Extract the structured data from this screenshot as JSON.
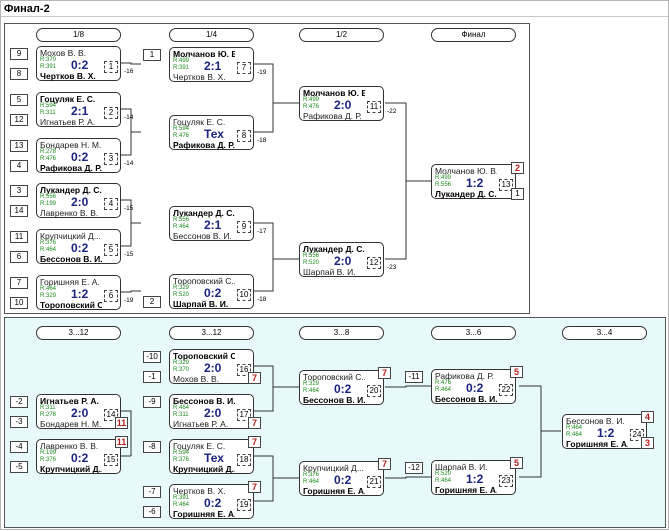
{
  "window": {
    "title": "Финал-2"
  },
  "main": {
    "rounds": [
      "1/8",
      "1/4",
      "1/2",
      "Финал"
    ],
    "matches": [
      {
        "id": "m1",
        "p1": "Мохов В. В.",
        "r1": "R:370",
        "p2": "Чертков В. Х.",
        "r2": "R:391",
        "score": "0:2",
        "num": "1",
        "winner": 2,
        "seed1": "9",
        "seed2": "8",
        "loser_to": "-16"
      },
      {
        "id": "m2",
        "p1": "Гоцуляк Е. С.",
        "r1": "R:594",
        "p2": "Игнатьев Р. А.",
        "r2": "R:311",
        "score": "2:1",
        "num": "2",
        "winner": 1,
        "seed1": "5",
        "seed2": "12",
        "loser_to": "-14"
      },
      {
        "id": "m3",
        "p1": "Бондарев Н. М.",
        "r1": "R:278",
        "p2": "Рафикова Д. Р.",
        "r2": "R:476",
        "score": "0:2",
        "num": "3",
        "winner": 2,
        "seed1": "13",
        "seed2": "4",
        "loser_to": "-14"
      },
      {
        "id": "m4",
        "p1": "Лукандер Д. С.",
        "r1": "R:556",
        "p2": "Лавренко В. В.",
        "r2": "R:199",
        "score": "2:0",
        "num": "4",
        "winner": 1,
        "seed1": "3",
        "seed2": "14",
        "loser_to": "-15"
      },
      {
        "id": "m5",
        "p1": "Крупчицкий Д...",
        "r1": "R:376",
        "p2": "Бессонов В. И.",
        "r2": "R:464",
        "score": "0:2",
        "num": "5",
        "winner": 2,
        "seed1": "11",
        "seed2": "6",
        "loser_to": "-15"
      },
      {
        "id": "m6",
        "p1": "Горишняя Е. А.",
        "r1": "R:464",
        "p2": "Тороповский С...",
        "r2": "R:329",
        "score": "1:2",
        "num": "6",
        "winner": 2,
        "seed1": "7",
        "seed2": "10",
        "loser_to": "-19"
      },
      {
        "id": "m7",
        "p1": "Молчанов Ю. В.",
        "r1": "R:499",
        "p2": "Чертков В. Х.",
        "r2": "R:391",
        "score": "2:1",
        "num": "7",
        "winner": 1,
        "seed1": "1",
        "seed2": "",
        "loser_to": "-19"
      },
      {
        "id": "m8",
        "p1": "Гоцуляк Е. С.",
        "r1": "R:594",
        "p2": "Рафикова Д. Р.",
        "r2": "R:476",
        "score": "Тех",
        "num": "8",
        "winner": 2,
        "seed1": "",
        "seed2": "",
        "loser_to": "-18"
      },
      {
        "id": "m9",
        "p1": "Лукандер Д. С.",
        "r1": "R:556",
        "p2": "Бессонов В. И.",
        "r2": "R:464",
        "score": "2:1",
        "num": "9",
        "winner": 1,
        "seed1": "",
        "seed2": "",
        "loser_to": "-17"
      },
      {
        "id": "m10",
        "p1": "Тороповский С...",
        "r1": "R:329",
        "p2": "Шарпай В. И.",
        "r2": "R:520",
        "score": "0:2",
        "num": "10",
        "winner": 2,
        "seed1": "",
        "seed2": "2",
        "loser_to": "-18"
      },
      {
        "id": "m11",
        "p1": "Молчанов Ю. В.",
        "r1": "R:499",
        "p2": "Рафикова Д. Р.",
        "r2": "R:476",
        "score": "2:0",
        "num": "11",
        "winner": 1,
        "seed1": "",
        "seed2": "",
        "loser_to": "-22"
      },
      {
        "id": "m12",
        "p1": "Лукандер Д. С.",
        "r1": "R:556",
        "p2": "Шарпай В. И.",
        "r2": "R:520",
        "score": "2:0",
        "num": "12",
        "winner": 1,
        "seed1": "",
        "seed2": "",
        "loser_to": "-23"
      },
      {
        "id": "m13",
        "p1": "Молчанов Ю. В.",
        "r1": "R:499",
        "p2": "Лукандер Д. С.",
        "r2": "R:556",
        "score": "1:2",
        "num": "13",
        "winner": 2,
        "seed1": "",
        "seed2": "",
        "loser_to": "",
        "place1": "2",
        "place2": "1"
      }
    ]
  },
  "consolation": {
    "rounds": [
      "3...12",
      "3...12",
      "3...8",
      "3...6",
      "3...4"
    ],
    "matches": [
      {
        "id": "m14",
        "p1": "Игнатьев Р. А.",
        "r1": "R:311",
        "p2": "Бондарев Н. М.",
        "r2": "R:278",
        "score": "2:0",
        "num": "14",
        "winner": 1,
        "seed1": "-2",
        "seed2": "-3",
        "tag2": "11"
      },
      {
        "id": "m15",
        "p1": "Лавренко В. В.",
        "r1": "R:199",
        "p2": "Крупчицкий Д...",
        "r2": "R:376",
        "score": "0:2",
        "num": "15",
        "winner": 2,
        "seed1": "-4",
        "seed2": "-5",
        "tag1": "11"
      },
      {
        "id": "m16",
        "p1": "Тороповский С...",
        "r1": "R:329",
        "p2": "Мохов В. В.",
        "r2": "R:370",
        "score": "2:0",
        "num": "16",
        "winner": 1,
        "seed1": "-10",
        "seed2": "-1",
        "tag2": "7"
      },
      {
        "id": "m17",
        "p1": "Бессонов В. И.",
        "r1": "R:464",
        "p2": "Игнатьев Р. А.",
        "r2": "R:311",
        "score": "2:0",
        "num": "17",
        "winner": 1,
        "seed1": "-9",
        "seed2": "",
        "tag2": "7"
      },
      {
        "id": "m18",
        "p1": "Гоцуляк Е. С.",
        "r1": "R:594",
        "p2": "Крупчицкий Д...",
        "r2": "R:376",
        "score": "Тех",
        "num": "18",
        "winner": 2,
        "seed1": "-8",
        "seed2": "",
        "tag1": "7"
      },
      {
        "id": "m19",
        "p1": "Чертков В. Х.",
        "r1": "R:391",
        "p2": "Горишняя Е. А.",
        "r2": "R:464",
        "score": "0:2",
        "num": "19",
        "winner": 2,
        "seed1": "-7",
        "seed2": "-6",
        "tag1": "7"
      },
      {
        "id": "m20",
        "p1": "Тороповский С...",
        "r1": "R:329",
        "p2": "Бессонов В. И.",
        "r2": "R:464",
        "score": "0:2",
        "num": "20",
        "winner": 2,
        "seed1": "",
        "seed2": "",
        "tag1": "7"
      },
      {
        "id": "m21",
        "p1": "Крупчицкий Д...",
        "r1": "R:376",
        "p2": "Горишняя Е. А.",
        "r2": "R:464",
        "score": "0:2",
        "num": "21",
        "winner": 2,
        "seed1": "",
        "seed2": "",
        "tag1": "7"
      },
      {
        "id": "m22",
        "p1": "Рафикова Д. Р.",
        "r1": "R:476",
        "p2": "Бессонов В. И.",
        "r2": "R:464",
        "score": "0:2",
        "num": "22",
        "winner": 2,
        "seed1": "-11",
        "seed2": "",
        "tag1": "5"
      },
      {
        "id": "m23",
        "p1": "Шарпай В. И.",
        "r1": "R:520",
        "p2": "Горишняя Е. А.",
        "r2": "R:464",
        "score": "1:2",
        "num": "23",
        "winner": 2,
        "seed1": "-12",
        "seed2": "",
        "tag1": "5"
      },
      {
        "id": "m24",
        "p1": "Бессонов В. И.",
        "r1": "R:464",
        "p2": "Горишняя Е. А.",
        "r2": "R:464",
        "score": "1:2",
        "num": "24",
        "winner": 2,
        "seed1": "",
        "seed2": "",
        "tag1": "4",
        "tag2": "3"
      }
    ]
  }
}
